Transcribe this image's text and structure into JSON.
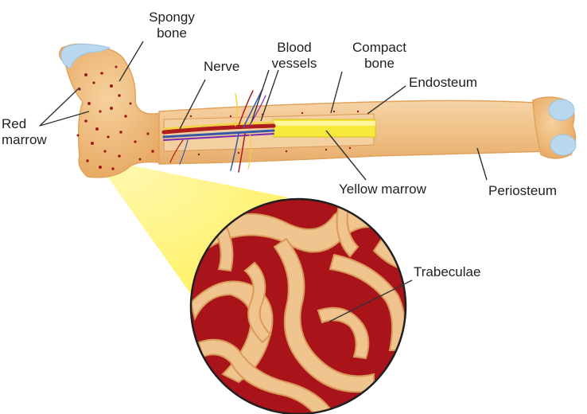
{
  "labels": {
    "spongy_bone": "Spongy\nbone",
    "red_marrow": "Red\nmarrow",
    "nerve": "Nerve",
    "blood_vessels": "Blood\nvessels",
    "compact_bone": "Compact\nbone",
    "endosteum": "Endosteum",
    "yellow_marrow": "Yellow marrow",
    "periosteum": "Periosteum",
    "trabeculae": "Trabeculae"
  },
  "colors": {
    "bone": "#f2c48d",
    "bone_edge": "#e6a968",
    "cartilage": "#b9d8ee",
    "marrow_red": "#b01c1c",
    "yellow_marrow": "#f7e83c",
    "zoom_cone": "#fff27a",
    "leader_line": "#333333"
  }
}
